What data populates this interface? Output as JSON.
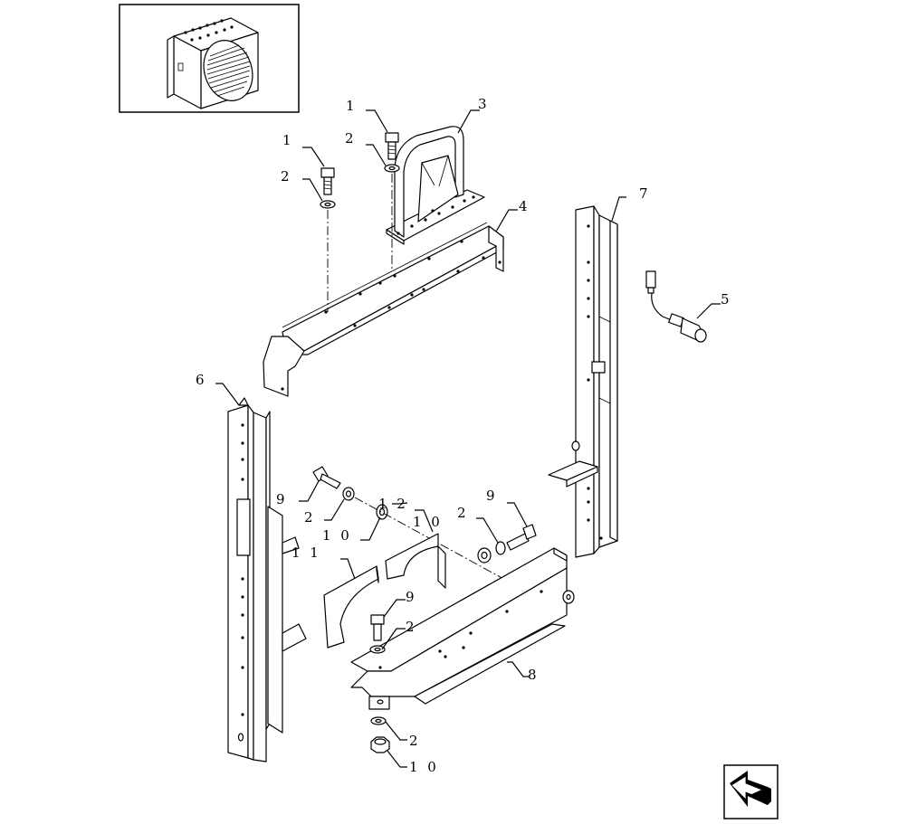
{
  "diagram": {
    "type": "exploded-parts-diagram",
    "callouts": [
      {
        "id": "c1a",
        "text": "1",
        "part": "bolt"
      },
      {
        "id": "c1b",
        "text": "1",
        "part": "bolt"
      },
      {
        "id": "c2a",
        "text": "2",
        "part": "washer"
      },
      {
        "id": "c2b",
        "text": "2",
        "part": "washer"
      },
      {
        "id": "c3",
        "text": "3",
        "part": "lifting-bracket"
      },
      {
        "id": "c4",
        "text": "4",
        "part": "top-crossmember"
      },
      {
        "id": "c5",
        "text": "5",
        "part": "sensor"
      },
      {
        "id": "c6",
        "text": "6",
        "part": "left-upright"
      },
      {
        "id": "c7",
        "text": "7",
        "part": "right-upright"
      },
      {
        "id": "c9a",
        "text": "9",
        "part": "bolt"
      },
      {
        "id": "c2c",
        "text": "2",
        "part": "washer"
      },
      {
        "id": "c12",
        "text": "1 2",
        "part": "spacer"
      },
      {
        "id": "c10a",
        "text": "1 0",
        "part": "nut"
      },
      {
        "id": "c10b",
        "text": "1 0",
        "part": "bracket-plate"
      },
      {
        "id": "c2d",
        "text": "2",
        "part": "washer"
      },
      {
        "id": "c9b",
        "text": "9",
        "part": "bolt"
      },
      {
        "id": "c11",
        "text": "1 1",
        "part": "shroud-plate"
      },
      {
        "id": "c9c",
        "text": "9",
        "part": "bolt"
      },
      {
        "id": "c2e",
        "text": "2",
        "part": "washer"
      },
      {
        "id": "c8",
        "text": "8",
        "part": "bottom-crossmember"
      },
      {
        "id": "c2f",
        "text": "2",
        "part": "washer"
      },
      {
        "id": "c10c",
        "text": "1 0",
        "part": "nut"
      }
    ]
  },
  "thumbnail": {
    "icon": "radiator-assembly-icon"
  },
  "navigation": {
    "icon": "return-arrow-icon"
  }
}
